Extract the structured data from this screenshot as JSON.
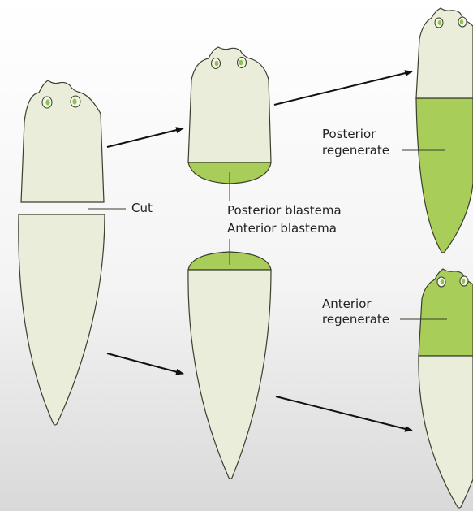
{
  "labels": {
    "cut": "Cut",
    "posterior_blastema": "Posterior blastema",
    "anterior_blastema": "Anterior  blastema",
    "posterior_regenerate": [
      "Posterior",
      "regenerate"
    ],
    "anterior_regenerate": [
      "Anterior",
      "regenerate"
    ]
  },
  "colors": {
    "body_fill": "#e9edd9",
    "body_stroke": "#3a3f2e",
    "green_fill": "#a9cd59",
    "green_light": "#c3dd86",
    "arrow": "#111111",
    "eye_fill": "#f2f6e4",
    "eye_pupil": "#8fbf55",
    "background_top": "#ffffff",
    "background_bottom": "#dcdcdc"
  }
}
